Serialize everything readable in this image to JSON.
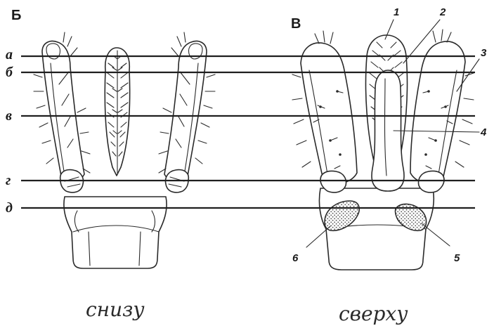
{
  "panels": {
    "left": {
      "label": "Б",
      "caption": "снизу"
    },
    "right": {
      "label": "В",
      "caption": "сверху"
    }
  },
  "rows": [
    "а",
    "б",
    "в",
    "г",
    "д"
  ],
  "callouts": [
    "1",
    "2",
    "3",
    "4",
    "5",
    "6"
  ],
  "colors": {
    "ink": "#2a2a2a",
    "paper": "#ffffff",
    "stipple": "#7a7a7a"
  }
}
